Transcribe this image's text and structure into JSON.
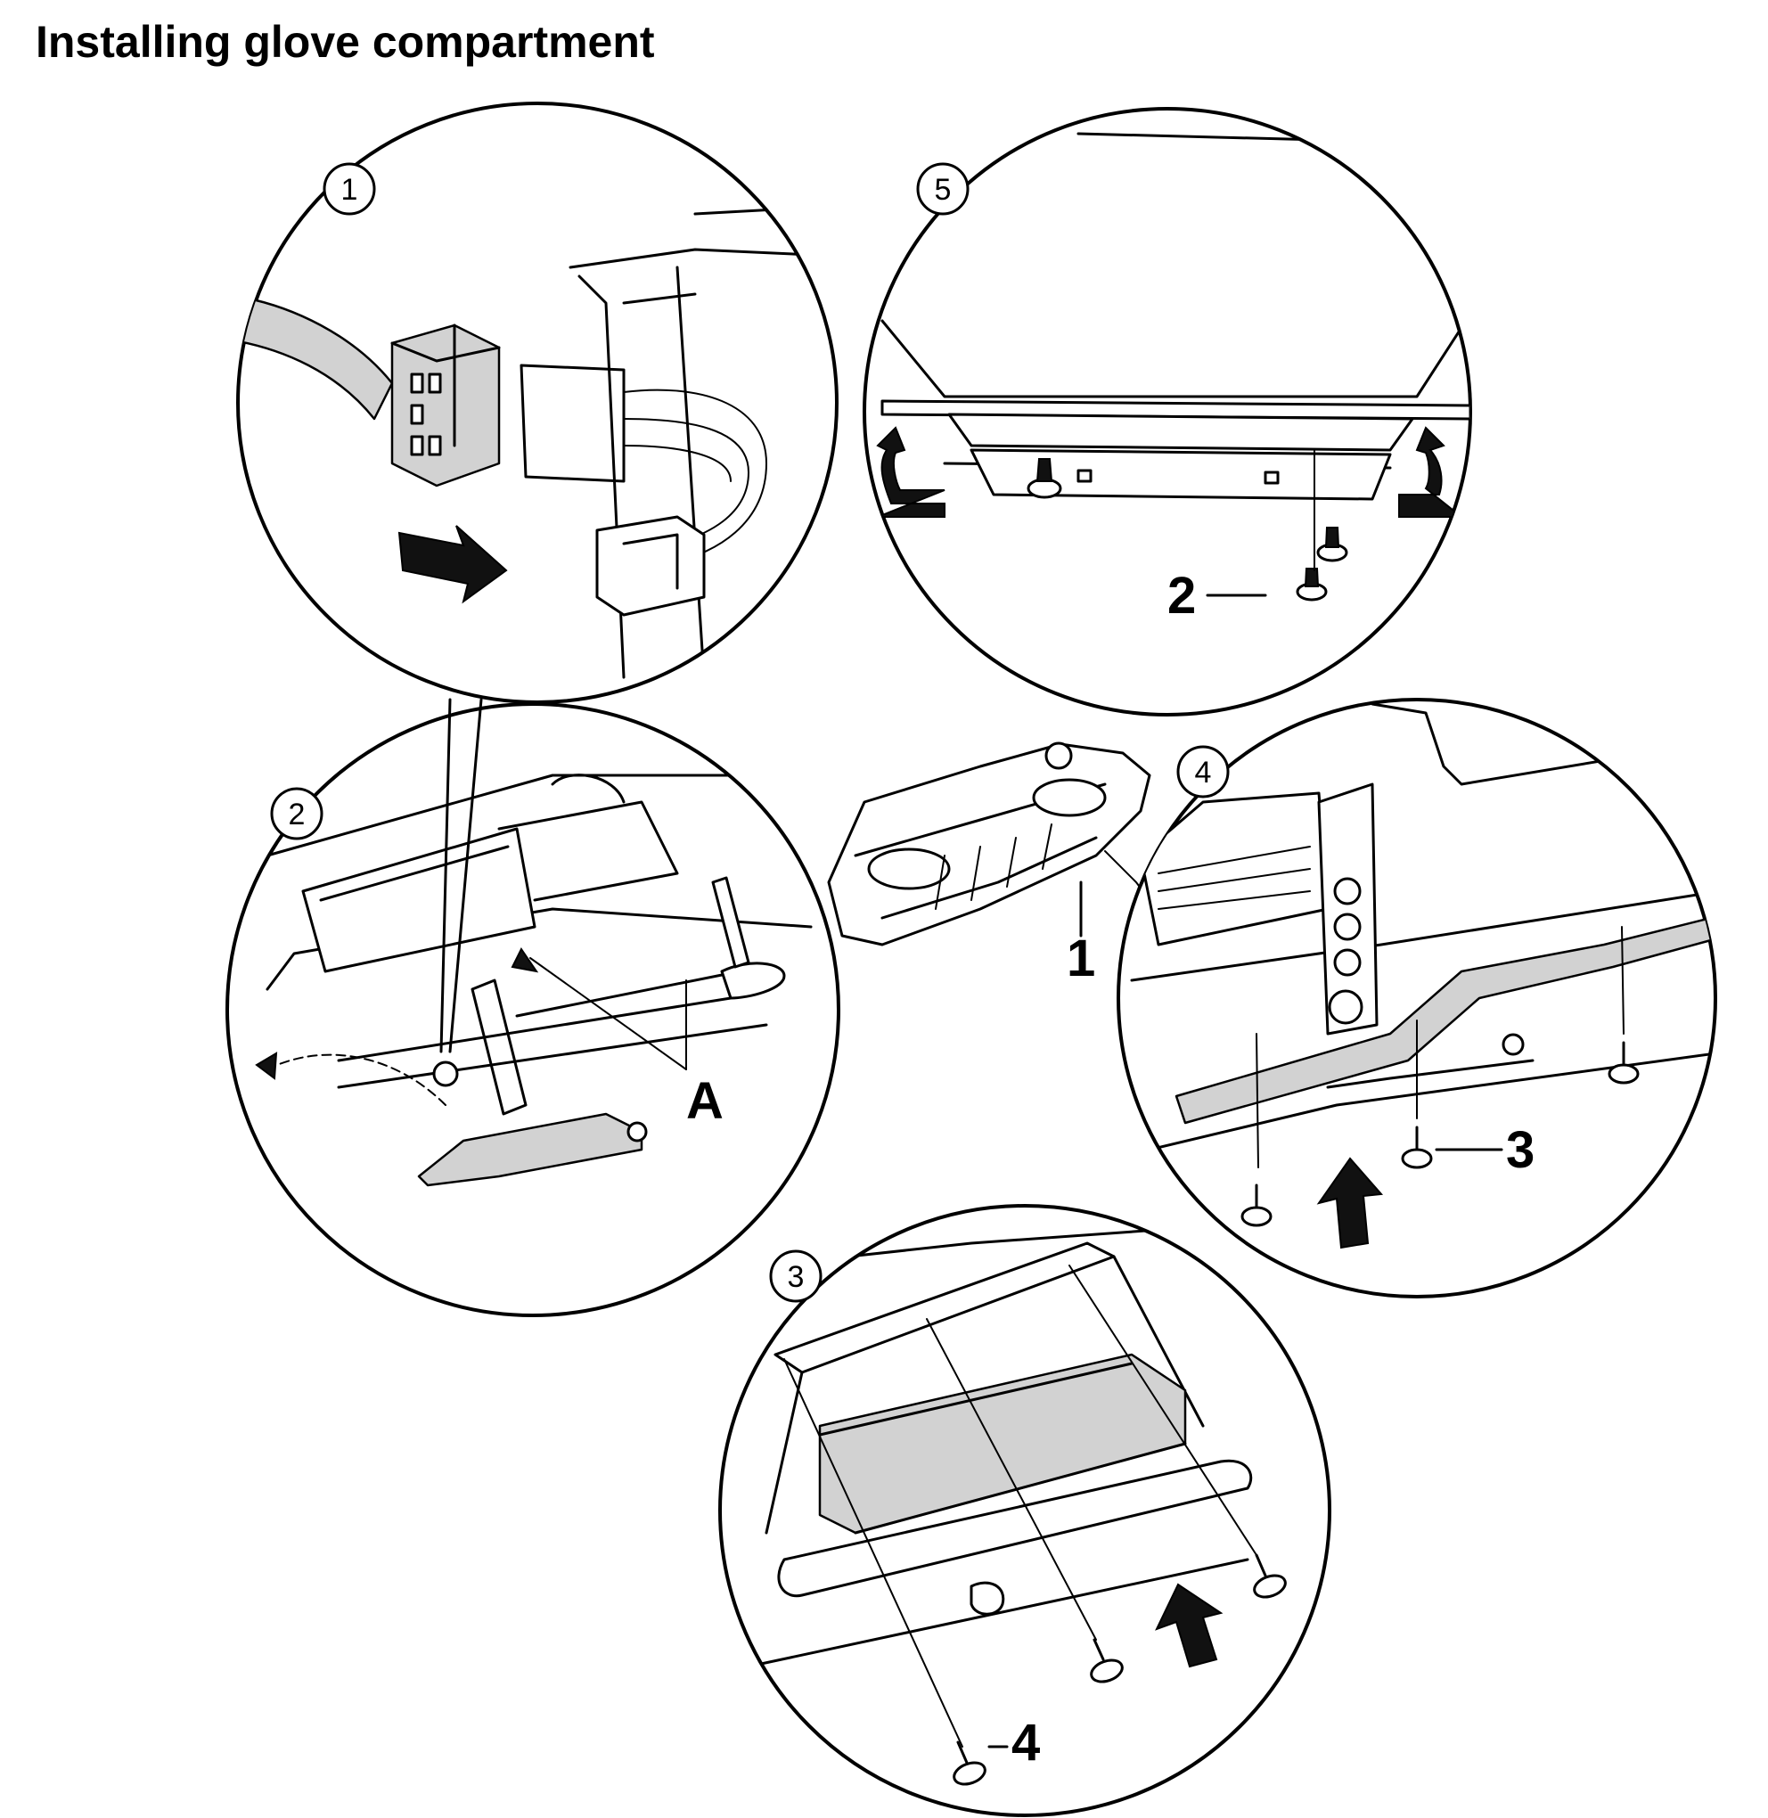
{
  "title": "Installing glove compartment",
  "steps": [
    "1",
    "2",
    "3",
    "4",
    "5"
  ],
  "callouts": {
    "part_1": "1",
    "part_2": "2",
    "part_3": "3",
    "part_4": "4",
    "point_A": "A"
  }
}
